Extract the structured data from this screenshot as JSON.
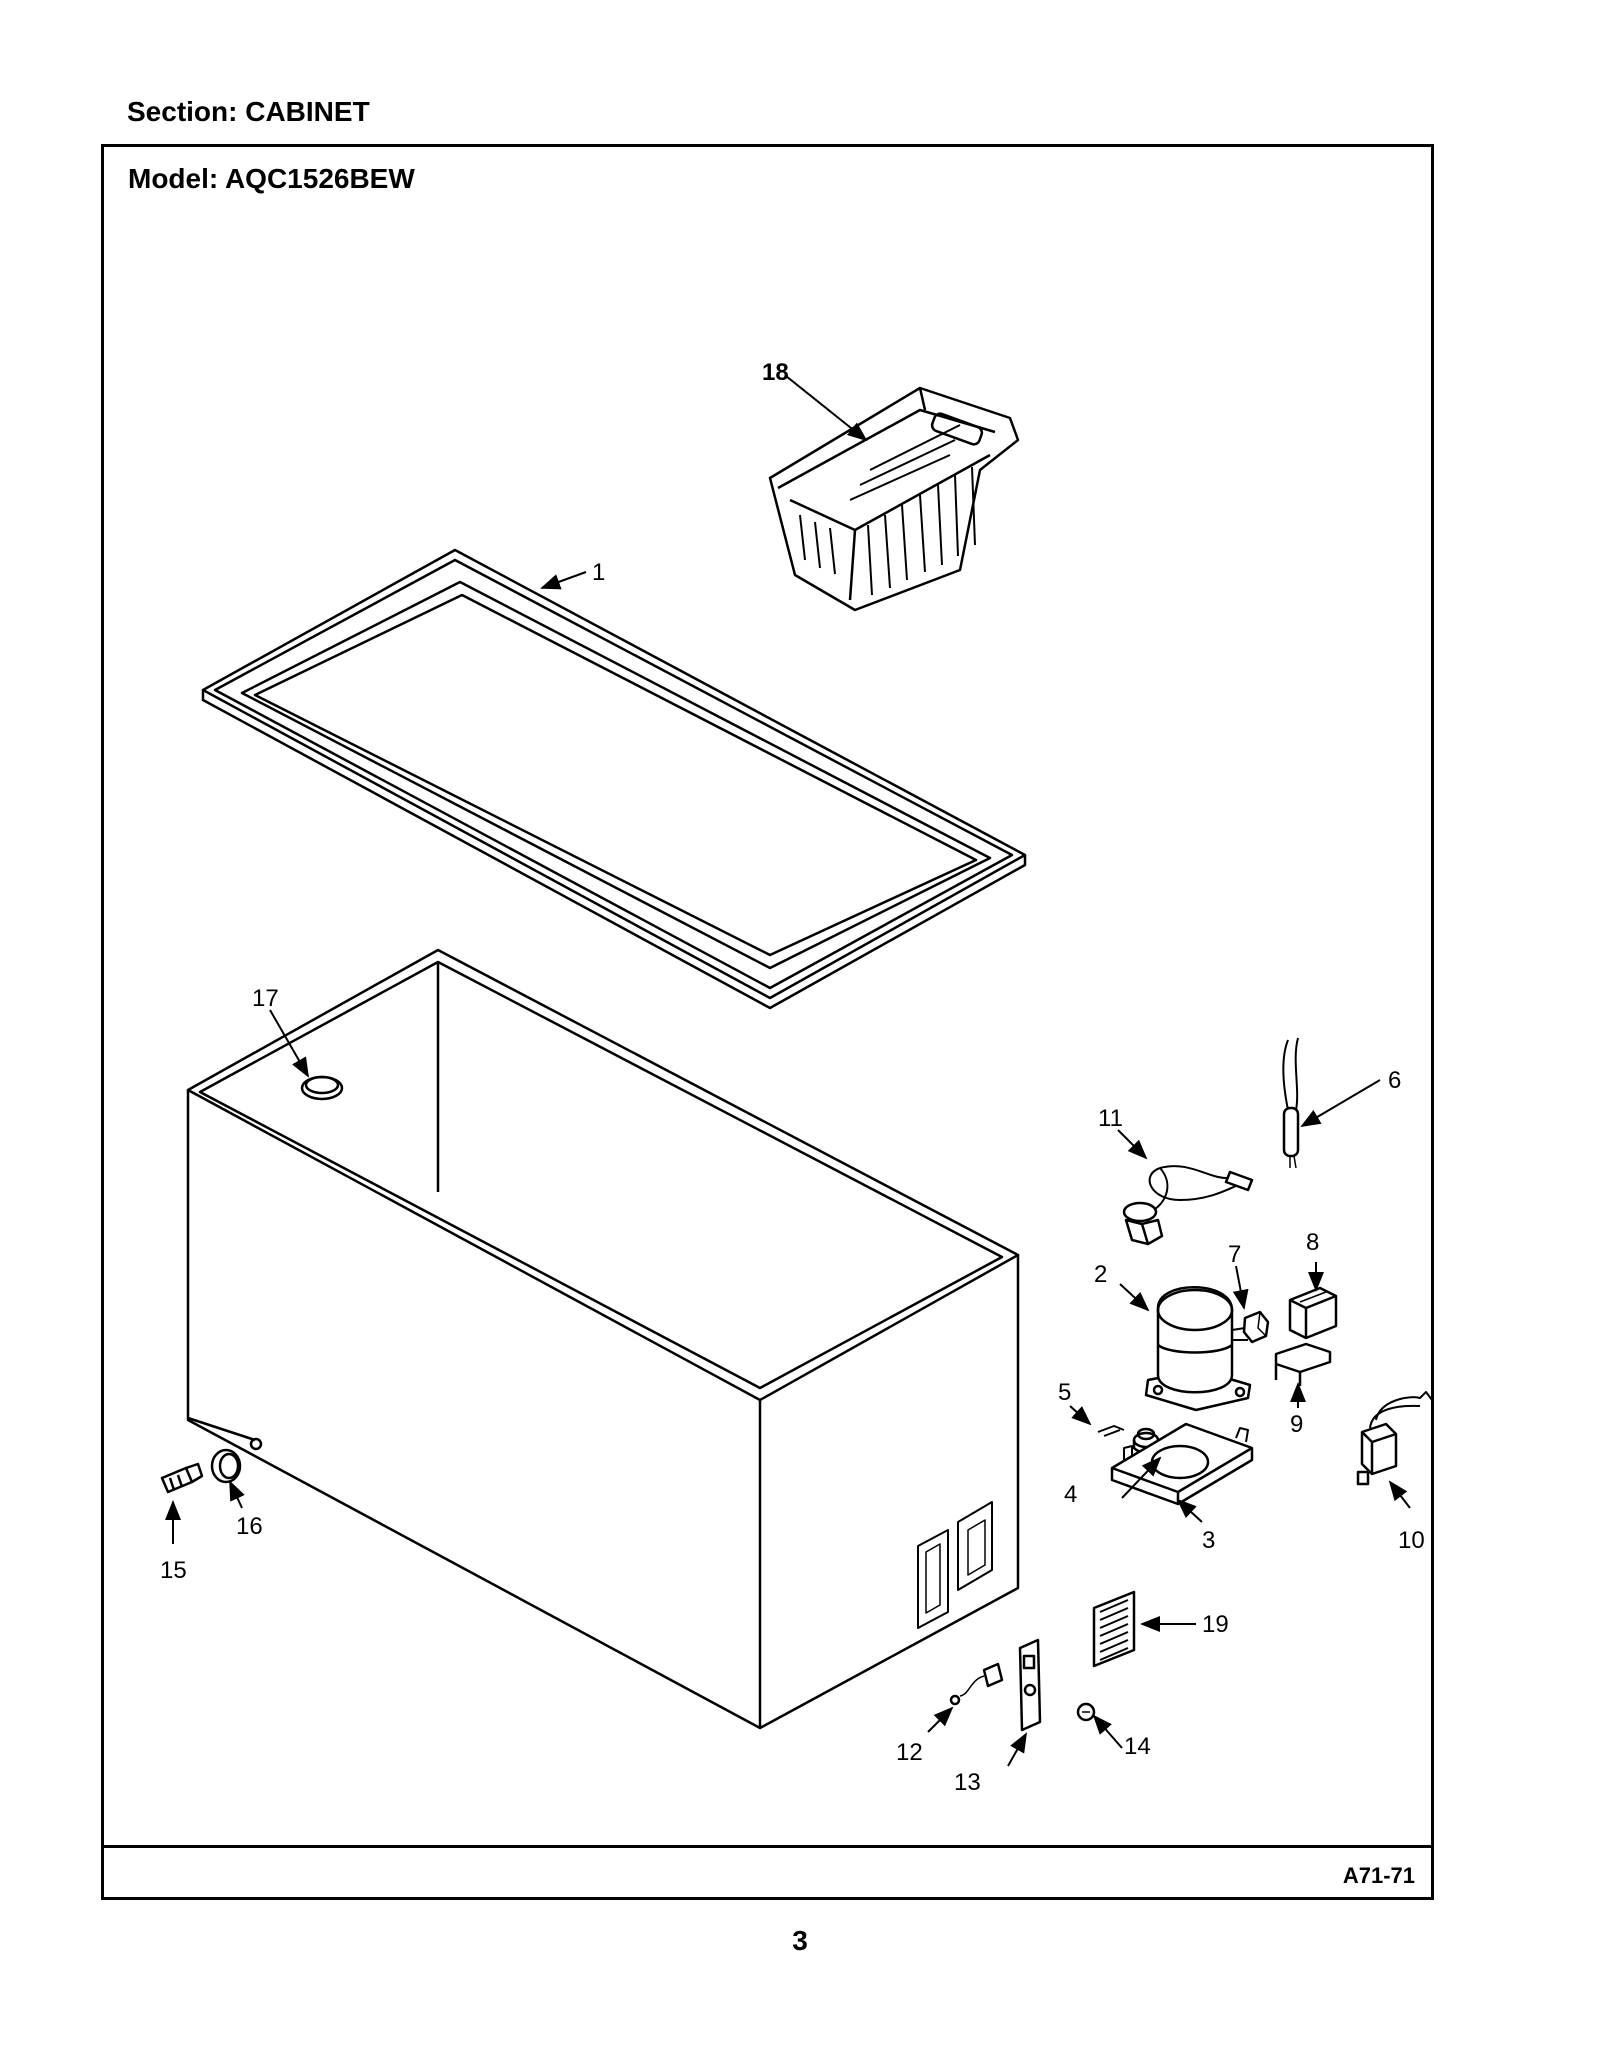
{
  "header": {
    "section": "Section:  CABINET",
    "model": "Model:  AQC1526BEW"
  },
  "footer": {
    "figure_code": "A71-71",
    "page_number": "3"
  },
  "callouts": [
    "1",
    "2",
    "3",
    "4",
    "5",
    "6",
    "7",
    "8",
    "9",
    "10",
    "11",
    "12",
    "13",
    "14",
    "15",
    "16",
    "17",
    "18",
    "19"
  ]
}
